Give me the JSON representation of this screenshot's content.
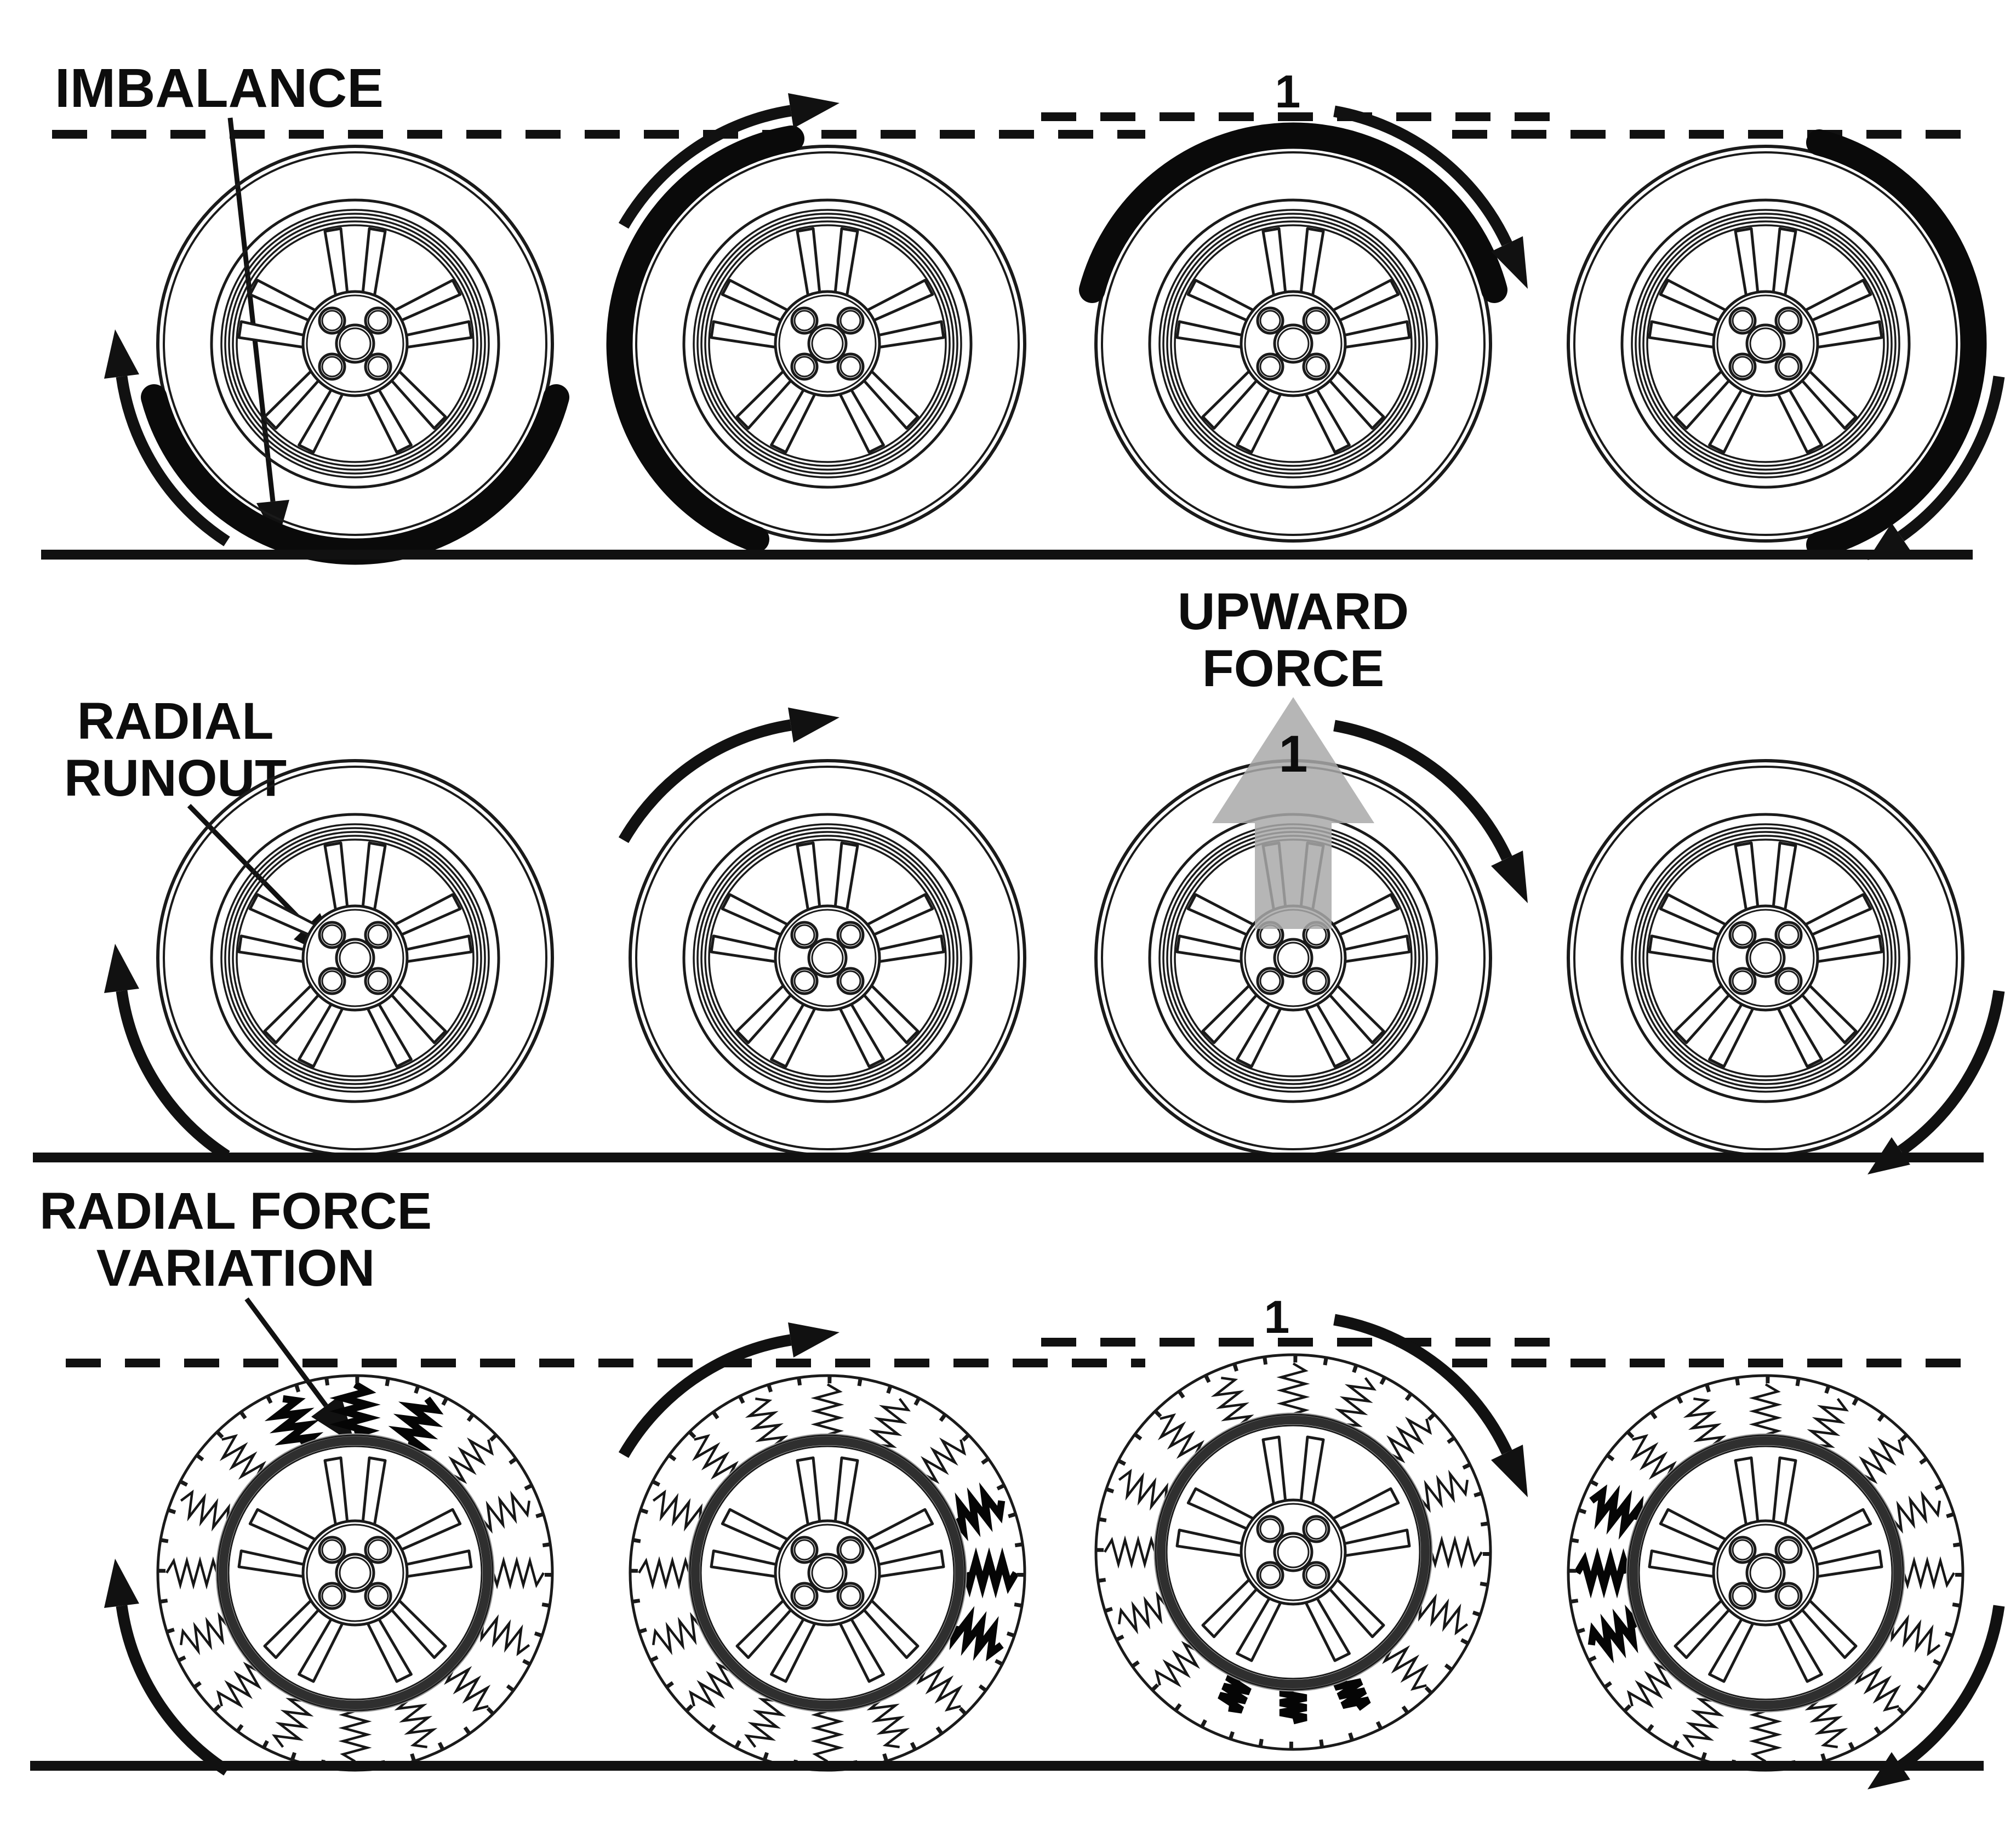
{
  "figure": {
    "type": "tire-wheel-defect-diagram",
    "background_color": "#ffffff",
    "ink_color": "#111111",
    "force_arrow_color": "#a9a9a9",
    "rows": [
      {
        "caption": "IMBALANCE",
        "height_marker": "1",
        "defect": "heavy spot on tire (thick black arc)",
        "defect_positions_by_wheel": [
          "bottom",
          "left",
          "top",
          "right"
        ],
        "rotation": "clockwise",
        "reference_line": "dashed top line with raised segment over third wheel",
        "ground_line": true
      },
      {
        "caption": "RADIAL RUNOUT",
        "force_caption": "UPWARD FORCE",
        "force_marker": "1",
        "defect": "runout at hub center (leader arrow to hub)",
        "rotation": "clockwise",
        "reference_line": "none",
        "ground_line": true
      },
      {
        "caption": "RADIAL FORCE VARIATION",
        "height_marker": "1",
        "defect": "stiff tread springs (bold zigzag segment)",
        "defect_positions_by_wheel": [
          "top",
          "right",
          "bottom-compressed",
          "left"
        ],
        "rotation": "clockwise",
        "reference_line": "dashed top line with raised segment over third wheel",
        "ground_line": true
      }
    ],
    "wheels_per_row": 4
  },
  "annotations": {
    "imbalance": "IMBALANCE",
    "radial_runout": [
      "RADIAL",
      "RUNOUT"
    ],
    "upward_force": [
      "UPWARD",
      "FORCE"
    ],
    "radial_force_variation": [
      "RADIAL FORCE",
      "VARIATION"
    ],
    "marker_row1": "1",
    "marker_row2": "1",
    "marker_row3": "1"
  }
}
